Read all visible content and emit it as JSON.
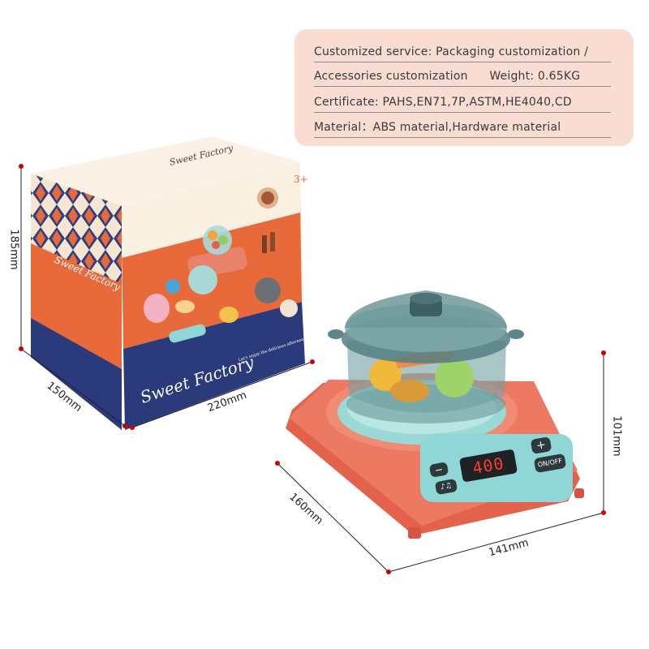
{
  "specs": {
    "line1": "Customized service: Packaging customization /",
    "line2_left": "Accessories customization",
    "line2_right": "Weight: 0.65KG",
    "line3": "Certificate: PAHS,EN71,7P,ASTM,HE4040,CD",
    "line4": "Material：ABS material,Hardware material"
  },
  "box": {
    "brand_top": "Sweet Factory",
    "brand_side": "Sweet Factory",
    "brand_front": "Sweet Factory",
    "age": "3+",
    "tagline": "Let's enjoy the delicious afternoon"
  },
  "box_dimensions": {
    "height": "185mm",
    "depth": "150mm",
    "width": "220mm"
  },
  "stove": {
    "display": "400",
    "button_power": "ON/OFF",
    "button_plus": "+",
    "button_minus": "−",
    "button_music": "♪♫"
  },
  "stove_dimensions": {
    "height": "101mm",
    "depth": "160mm",
    "width": "141mm"
  },
  "colors": {
    "card_bg": "#f9ddd2",
    "box_orange": "#e8693a",
    "box_navy": "#2a3a7a",
    "stove_body": "#ec7a63",
    "stove_accent": "#8fd6d6",
    "dim_marker": "#cc0000"
  }
}
